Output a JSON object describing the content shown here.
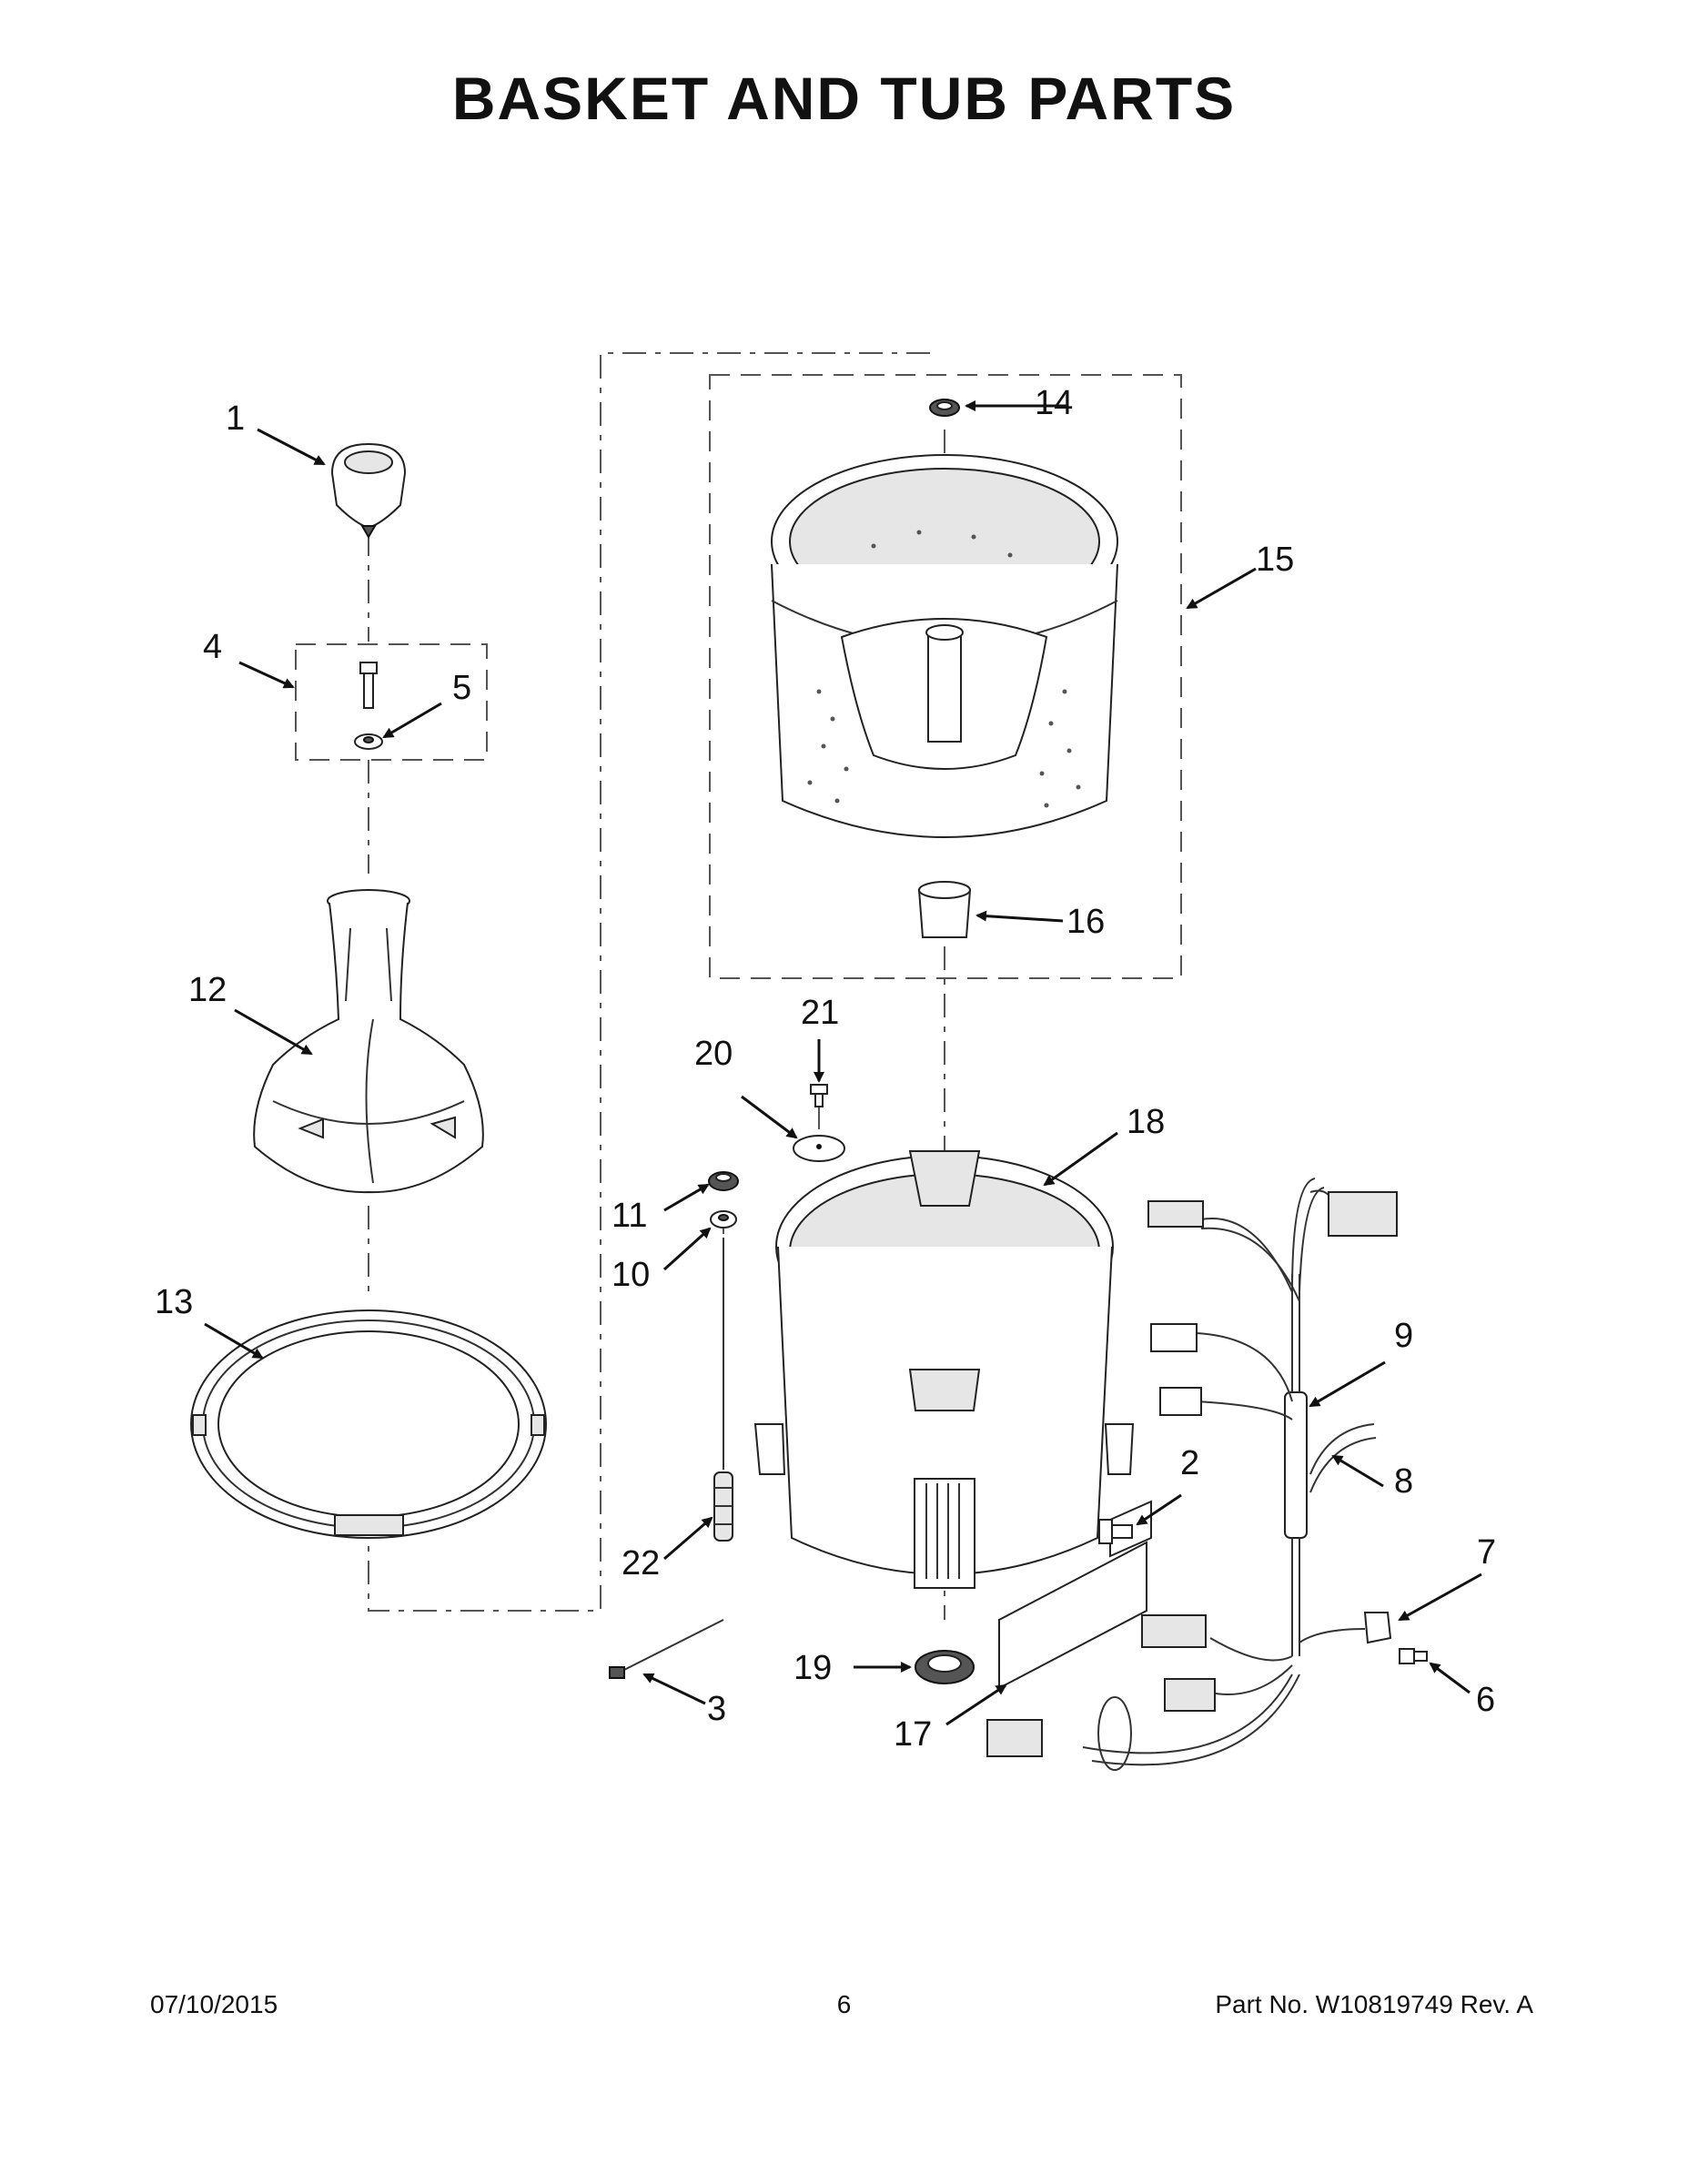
{
  "page": {
    "title": "BASKET AND TUB PARTS",
    "date": "07/10/2015",
    "page_number": "6",
    "part_number": "Part No.  W10819749  Rev.  A"
  },
  "callouts": [
    {
      "id": "c1",
      "label": "1"
    },
    {
      "id": "c2",
      "label": "2"
    },
    {
      "id": "c3",
      "label": "3"
    },
    {
      "id": "c4",
      "label": "4"
    },
    {
      "id": "c5",
      "label": "5"
    },
    {
      "id": "c6",
      "label": "6"
    },
    {
      "id": "c7",
      "label": "7"
    },
    {
      "id": "c8",
      "label": "8"
    },
    {
      "id": "c9",
      "label": "9"
    },
    {
      "id": "c10",
      "label": "10"
    },
    {
      "id": "c11",
      "label": "11"
    },
    {
      "id": "c12",
      "label": "12"
    },
    {
      "id": "c13",
      "label": "13"
    },
    {
      "id": "c14",
      "label": "14"
    },
    {
      "id": "c15",
      "label": "15"
    },
    {
      "id": "c16",
      "label": "16"
    },
    {
      "id": "c17",
      "label": "17"
    },
    {
      "id": "c18",
      "label": "18"
    },
    {
      "id": "c19",
      "label": "19"
    },
    {
      "id": "c20",
      "label": "20"
    },
    {
      "id": "c21",
      "label": "21"
    },
    {
      "id": "c22",
      "label": "22"
    }
  ]
}
